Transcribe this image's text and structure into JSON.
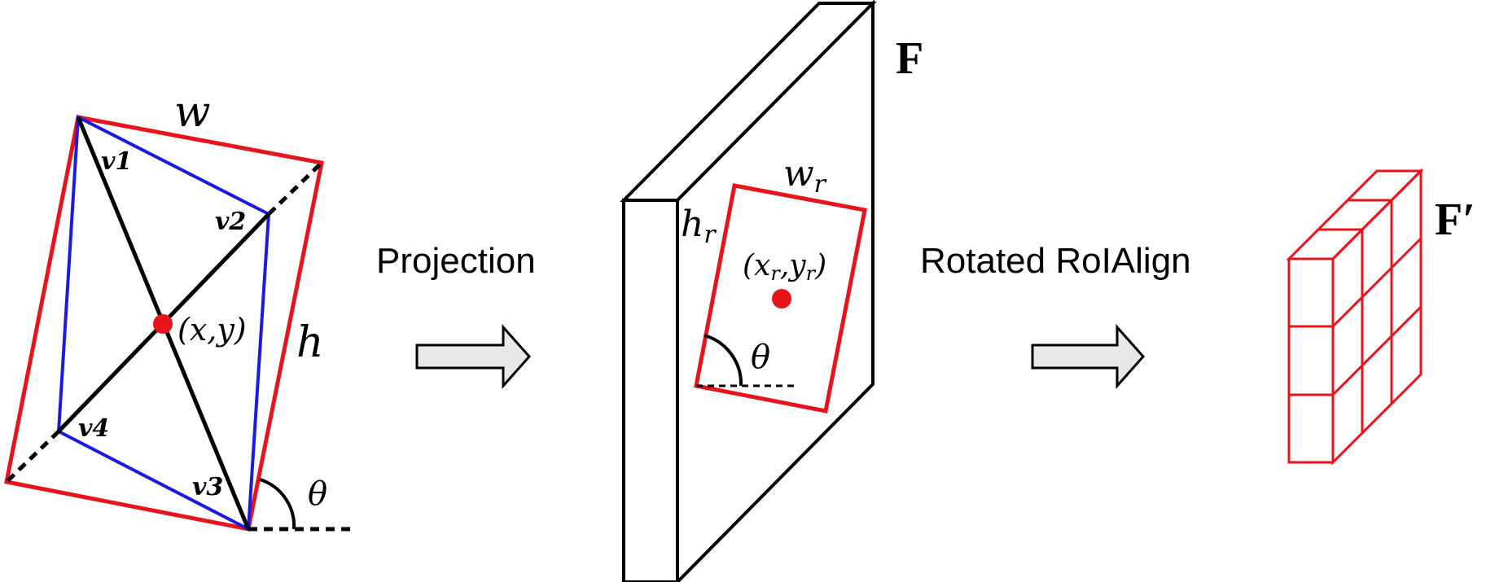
{
  "labels": {
    "w": "w",
    "h": "h",
    "theta": "θ",
    "v1": "v1",
    "v2": "v2",
    "v3": "v3",
    "v4": "v4",
    "center": "(x,y)",
    "feature_map": "F",
    "w_r": "w",
    "w_r_sub": "r",
    "h_r": "h",
    "h_r_sub": "r",
    "center_r_open": "(x",
    "center_r_sub1": "r",
    "center_r_mid": ",y",
    "center_r_sub2": "r",
    "center_r_close": ")",
    "theta_r": "θ",
    "output_map": "F′",
    "step1": "Projection",
    "step2": "Rotated RoIAlign"
  },
  "colors": {
    "box": "#e8141c",
    "polygon": "#1a1ae0",
    "stroke": "#000000",
    "arrow_fill": "#e8e8e8",
    "center_dot": "#e8141c"
  }
}
